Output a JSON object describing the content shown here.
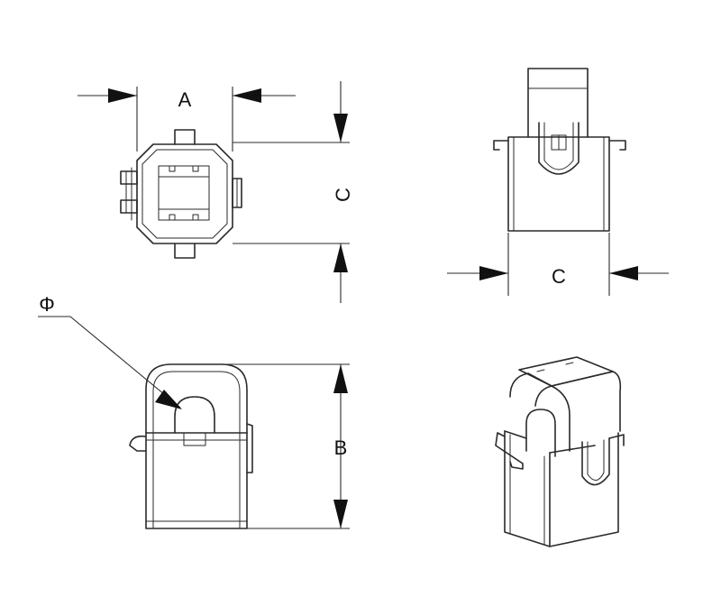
{
  "figure": {
    "labels": {
      "dim_a": "A",
      "dim_c_top": "C",
      "dim_c_right": "C",
      "dim_b": "B",
      "dim_phi": "Φ"
    },
    "colors": {
      "line": "#2a2a2a",
      "background": "#ffffff"
    }
  }
}
